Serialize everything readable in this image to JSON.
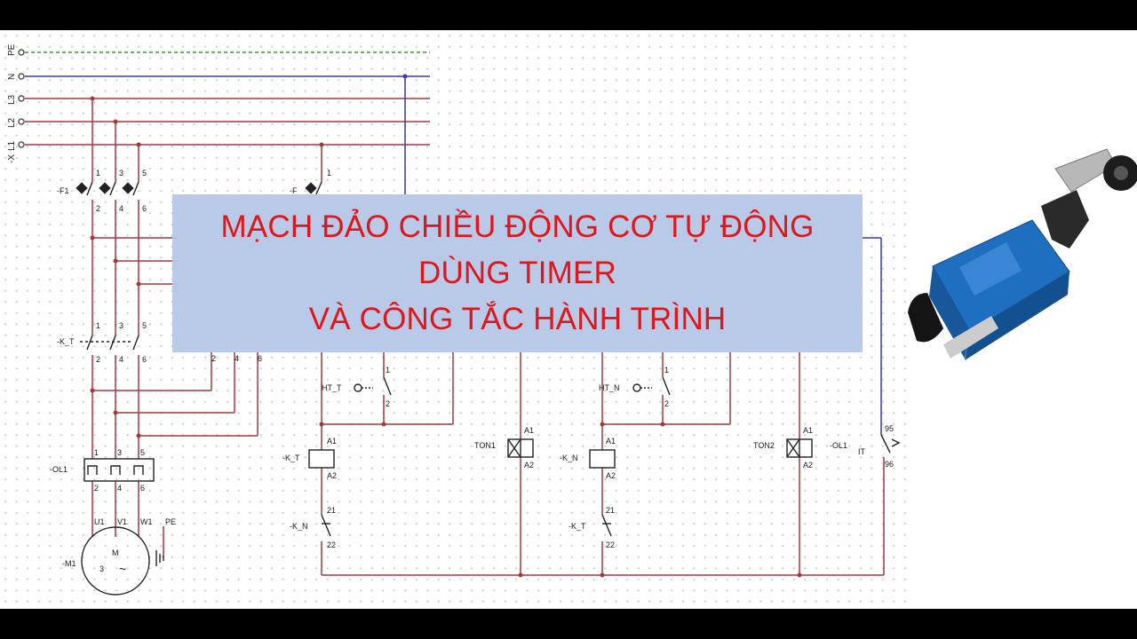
{
  "banner": {
    "line1": "MẠCH ĐẢO CHIỀU ĐỘNG CƠ TỰ ĐỘNG",
    "line2": "DÙNG TIMER",
    "line3": "VÀ CÔNG TẮC HÀNH TRÌNH"
  },
  "colors": {
    "title": "#e0161b",
    "banner_bg": "#b4c7e7",
    "neutral_wire": "#3a3aa8",
    "phase_wire": "#a23a3a",
    "pe_wire": "#3a9a3a"
  },
  "terminal": {
    "x": "-X",
    "L1": "L1",
    "L2": "L2",
    "L3": "L3",
    "N": "N",
    "PE": "PE"
  },
  "power": {
    "fuse": "-F1",
    "contactor": "-K_T",
    "overload": "-OL1",
    "motor": "-M1",
    "t1": "1",
    "t3": "3",
    "t5": "5",
    "t2": "2",
    "t4": "4",
    "t6": "6",
    "k2": "2",
    "k4": "4",
    "k6": "6",
    "u1": "U1",
    "v1": "V1",
    "w1": "W1",
    "pe": "PE",
    "motor_m": "M",
    "motor_3": "3",
    "motor_ac": "~"
  },
  "control": {
    "fuse": "-F",
    "fuse_pin": "1",
    "ht_t": "HT_T",
    "ht_n": "HT_N",
    "kt": "-K_T",
    "kn": "-K_N",
    "kn_nc": "-K_N",
    "kt_nc": "-K_T",
    "ton1": "TON1",
    "ton2": "TON2",
    "ol1": "-OL1",
    "ol_sym": "IT",
    "a1": "A1",
    "a2": "A2",
    "p1": "1",
    "p2": "2",
    "p21": "21",
    "p22": "22",
    "p95": "95",
    "p96": "96"
  },
  "photo": {
    "icon": "limit-switch-photo"
  }
}
